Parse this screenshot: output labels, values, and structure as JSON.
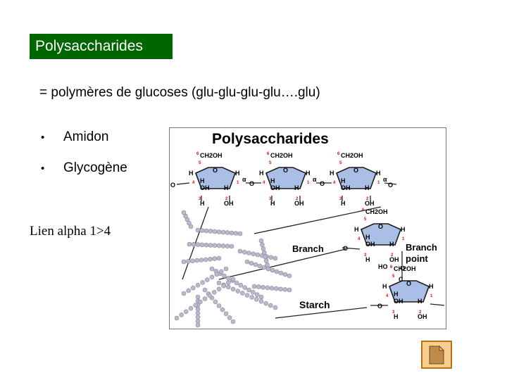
{
  "slide": {
    "title": "Polysaccharides",
    "subtitle": "= polymères de glucoses (glu-glu-glu-glu….glu)",
    "bullets": [
      {
        "bullet": "•",
        "text": "Amidon"
      },
      {
        "bullet": "•",
        "text": "Glycogène"
      }
    ],
    "note": "Lien alpha 1>4"
  },
  "figure": {
    "title": "Polysaccharides",
    "labels": {
      "branch": "Branch",
      "branch_point_1": "Branch",
      "branch_point_2": "point",
      "starch": "Starch",
      "ch2oh": "CH2OH",
      "h": "H",
      "oh": "OH",
      "o": "O",
      "ho": "HO",
      "c": "C",
      "alpha": "α",
      "n1": "1",
      "n2": "2",
      "n3": "3",
      "n4": "4",
      "n5": "5",
      "n6": "6"
    },
    "colors": {
      "ring_fill": "#a9bfe6",
      "ring_stroke": "#1a1a1a",
      "bead": "#b9b9c9",
      "number": "#d01010"
    }
  },
  "icons": {
    "document": "document-icon"
  }
}
